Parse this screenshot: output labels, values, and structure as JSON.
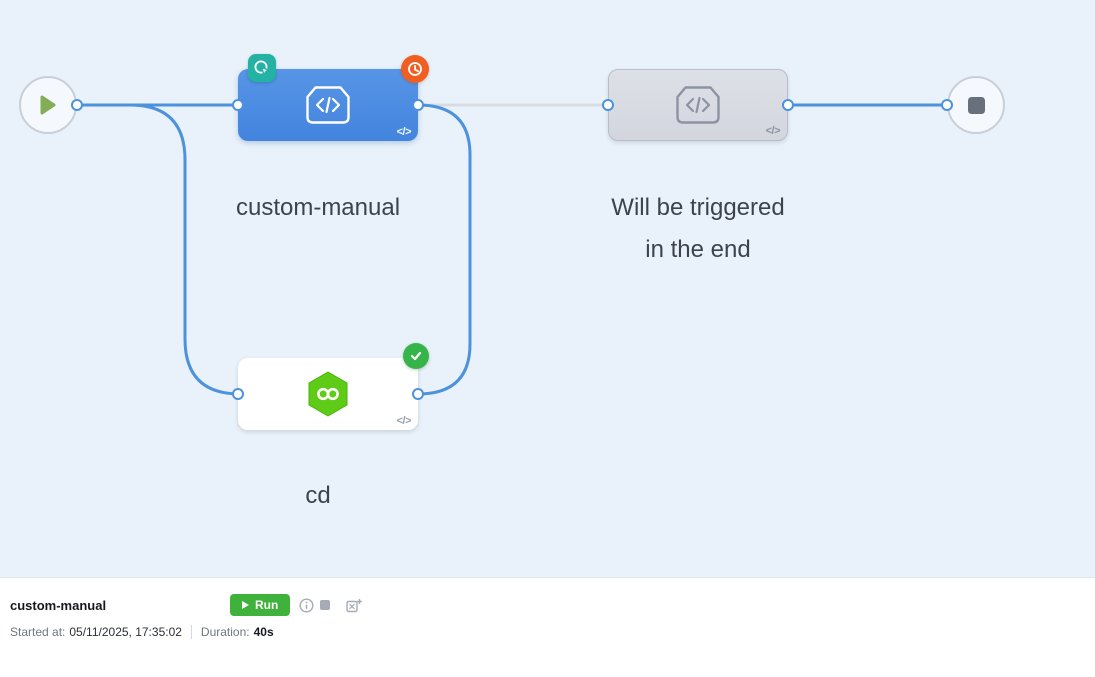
{
  "glyphs": {
    "code": "</>"
  },
  "colors": {
    "canvas_bg": "#e9f2fa",
    "edge_blue": "#4d92dd",
    "edge_gray": "#d7dce3",
    "node_blue_top": "#5795e6",
    "node_blue_bottom": "#4384de",
    "badge_teal": "#23b2a3",
    "badge_orange": "#f05e22",
    "badge_green": "#35b44a",
    "hex_green": "#5ecb16",
    "run_green": "#3eb23a"
  },
  "icons": {
    "start": "play-triangle",
    "end": "stop-square",
    "custom_action": "code-brackets-vest",
    "manual_trigger": "cursor-click",
    "waiting": "clock",
    "success": "check",
    "cd_service": "green-hexagon-infinity"
  },
  "nodes": {
    "custom_manual": {
      "label": "custom-manual"
    },
    "will_triggered": {
      "label_line1": "Will be triggered",
      "label_line2": "in the end"
    },
    "cd": {
      "label": "cd"
    }
  },
  "footer": {
    "pipeline_name": "custom-manual",
    "run_label": "Run",
    "started_label": "Started at:",
    "started_value": "05/11/2025, 17:35:02",
    "duration_label": "Duration:",
    "duration_value": "40s"
  }
}
